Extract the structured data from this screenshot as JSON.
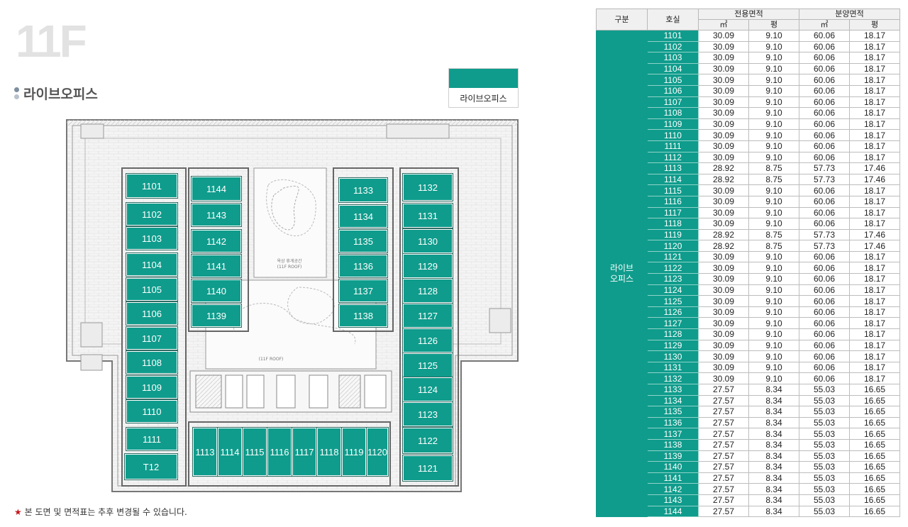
{
  "floor": "11F",
  "section": "라이브오피스",
  "legend": {
    "label": "라이브오피스",
    "color": "#0f9c8c"
  },
  "plan": {
    "units": [
      {
        "id": "1101"
      },
      {
        "id": "1102"
      },
      {
        "id": "1103"
      },
      {
        "id": "1104"
      },
      {
        "id": "1105"
      },
      {
        "id": "1106"
      },
      {
        "id": "1107"
      },
      {
        "id": "1108"
      },
      {
        "id": "1109"
      },
      {
        "id": "1110"
      },
      {
        "id": "1111"
      },
      {
        "id": "T12"
      },
      {
        "id": "1144"
      },
      {
        "id": "1143"
      },
      {
        "id": "1142"
      },
      {
        "id": "1141"
      },
      {
        "id": "1140"
      },
      {
        "id": "1139"
      },
      {
        "id": "1133"
      },
      {
        "id": "1134"
      },
      {
        "id": "1135"
      },
      {
        "id": "1136"
      },
      {
        "id": "1137"
      },
      {
        "id": "1138"
      },
      {
        "id": "1132"
      },
      {
        "id": "1131"
      },
      {
        "id": "1130"
      },
      {
        "id": "1129"
      },
      {
        "id": "1128"
      },
      {
        "id": "1127"
      },
      {
        "id": "1126"
      },
      {
        "id": "1125"
      },
      {
        "id": "1124"
      },
      {
        "id": "1123"
      },
      {
        "id": "1122"
      },
      {
        "id": "1121"
      },
      {
        "id": "1113"
      },
      {
        "id": "1114"
      },
      {
        "id": "1115"
      },
      {
        "id": "1116"
      },
      {
        "id": "1117"
      },
      {
        "id": "1118"
      },
      {
        "id": "1119"
      },
      {
        "id": "1120"
      }
    ],
    "labels": {
      "roof_garden": "옥상 휴게공간",
      "roof_11f": "(11F ROOF)",
      "roof_11f_b": "(11F ROOF)"
    }
  },
  "note": {
    "star": "★",
    "text": "본 도면 및 면적표는 추후 변경될 수 있습니다."
  },
  "table": {
    "headers": {
      "type": "구분",
      "room": "호실",
      "exclusive": "전용면적",
      "sale": "분양면적",
      "sqm": "㎡",
      "pyeong": "평"
    },
    "type_label_1": "라이브",
    "type_label_2": "오피스",
    "rows": [
      [
        "1101",
        "30.09",
        "9.10",
        "60.06",
        "18.17"
      ],
      [
        "1102",
        "30.09",
        "9.10",
        "60.06",
        "18.17"
      ],
      [
        "1103",
        "30.09",
        "9.10",
        "60.06",
        "18.17"
      ],
      [
        "1104",
        "30.09",
        "9.10",
        "60.06",
        "18.17"
      ],
      [
        "1105",
        "30.09",
        "9.10",
        "60.06",
        "18.17"
      ],
      [
        "1106",
        "30.09",
        "9.10",
        "60.06",
        "18.17"
      ],
      [
        "1107",
        "30.09",
        "9.10",
        "60.06",
        "18.17"
      ],
      [
        "1108",
        "30.09",
        "9.10",
        "60.06",
        "18.17"
      ],
      [
        "1109",
        "30.09",
        "9.10",
        "60.06",
        "18.17"
      ],
      [
        "1110",
        "30.09",
        "9.10",
        "60.06",
        "18.17"
      ],
      [
        "1111",
        "30.09",
        "9.10",
        "60.06",
        "18.17"
      ],
      [
        "1112",
        "30.09",
        "9.10",
        "60.06",
        "18.17"
      ],
      [
        "1113",
        "28.92",
        "8.75",
        "57.73",
        "17.46"
      ],
      [
        "1114",
        "28.92",
        "8.75",
        "57.73",
        "17.46"
      ],
      [
        "1115",
        "30.09",
        "9.10",
        "60.06",
        "18.17"
      ],
      [
        "1116",
        "30.09",
        "9.10",
        "60.06",
        "18.17"
      ],
      [
        "1117",
        "30.09",
        "9.10",
        "60.06",
        "18.17"
      ],
      [
        "1118",
        "30.09",
        "9.10",
        "60.06",
        "18.17"
      ],
      [
        "1119",
        "28.92",
        "8.75",
        "57.73",
        "17.46"
      ],
      [
        "1120",
        "28.92",
        "8.75",
        "57.73",
        "17.46"
      ],
      [
        "1121",
        "30.09",
        "9.10",
        "60.06",
        "18.17"
      ],
      [
        "1122",
        "30.09",
        "9.10",
        "60.06",
        "18.17"
      ],
      [
        "1123",
        "30.09",
        "9.10",
        "60.06",
        "18.17"
      ],
      [
        "1124",
        "30.09",
        "9.10",
        "60.06",
        "18.17"
      ],
      [
        "1125",
        "30.09",
        "9.10",
        "60.06",
        "18.17"
      ],
      [
        "1126",
        "30.09",
        "9.10",
        "60.06",
        "18.17"
      ],
      [
        "1127",
        "30.09",
        "9.10",
        "60.06",
        "18.17"
      ],
      [
        "1128",
        "30.09",
        "9.10",
        "60.06",
        "18.17"
      ],
      [
        "1129",
        "30.09",
        "9.10",
        "60.06",
        "18.17"
      ],
      [
        "1130",
        "30.09",
        "9.10",
        "60.06",
        "18.17"
      ],
      [
        "1131",
        "30.09",
        "9.10",
        "60.06",
        "18.17"
      ],
      [
        "1132",
        "30.09",
        "9.10",
        "60.06",
        "18.17"
      ],
      [
        "1133",
        "27.57",
        "8.34",
        "55.03",
        "16.65"
      ],
      [
        "1134",
        "27.57",
        "8.34",
        "55.03",
        "16.65"
      ],
      [
        "1135",
        "27.57",
        "8.34",
        "55.03",
        "16.65"
      ],
      [
        "1136",
        "27.57",
        "8.34",
        "55.03",
        "16.65"
      ],
      [
        "1137",
        "27.57",
        "8.34",
        "55.03",
        "16.65"
      ],
      [
        "1138",
        "27.57",
        "8.34",
        "55.03",
        "16.65"
      ],
      [
        "1139",
        "27.57",
        "8.34",
        "55.03",
        "16.65"
      ],
      [
        "1140",
        "27.57",
        "8.34",
        "55.03",
        "16.65"
      ],
      [
        "1141",
        "27.57",
        "8.34",
        "55.03",
        "16.65"
      ],
      [
        "1142",
        "27.57",
        "8.34",
        "55.03",
        "16.65"
      ],
      [
        "1143",
        "27.57",
        "8.34",
        "55.03",
        "16.65"
      ],
      [
        "1144",
        "27.57",
        "8.34",
        "55.03",
        "16.65"
      ]
    ]
  }
}
